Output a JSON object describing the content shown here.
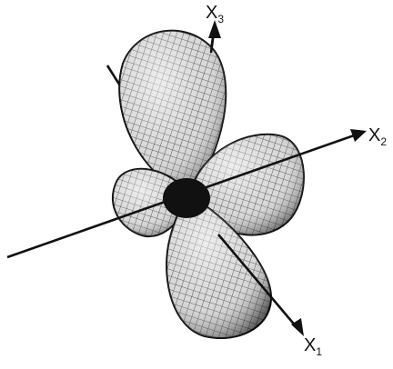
{
  "axes": {
    "x1": {
      "letter": "X",
      "index": "1"
    },
    "x2": {
      "letter": "X",
      "index": "2"
    },
    "x3": {
      "letter": "X",
      "index": "3"
    }
  },
  "lobes": [
    {
      "name": "upper",
      "color": "#2a2a2a"
    },
    {
      "name": "right",
      "color": "#2a2a2a"
    },
    {
      "name": "lower",
      "color": "#2a2a2a"
    },
    {
      "name": "left",
      "color": "#2a2a2a"
    }
  ],
  "render_style": "mesh-surface"
}
